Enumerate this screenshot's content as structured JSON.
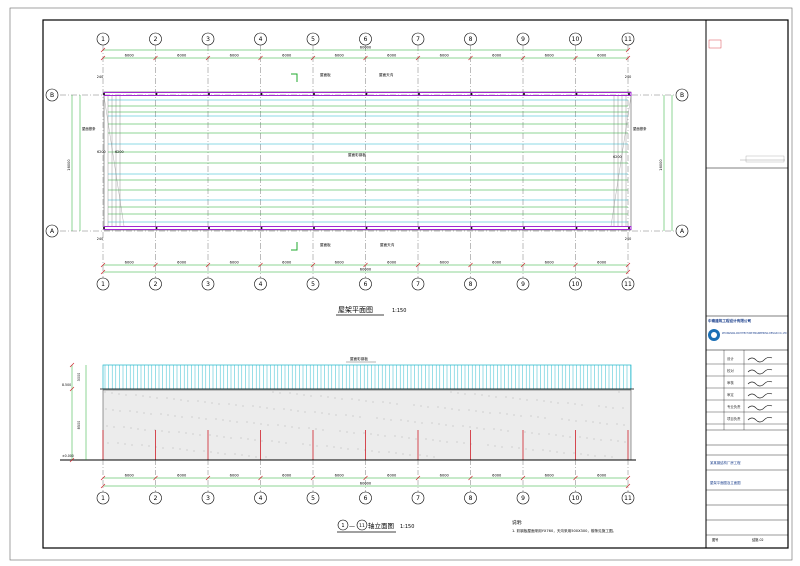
{
  "grid": {
    "labels": [
      "1",
      "2",
      "3",
      "4",
      "5",
      "6",
      "7",
      "8",
      "9",
      "10",
      "11"
    ],
    "row_labels": [
      "B",
      "A"
    ]
  },
  "dims": {
    "bays": [
      "6000",
      "6000",
      "6000",
      "6000",
      "6000",
      "6000",
      "6000",
      "6000",
      "6000",
      "6000"
    ],
    "overall": "60000",
    "side_overall": "16000",
    "side_small": "6200",
    "edge_small": "240"
  },
  "plan": {
    "title": "屋架平面图",
    "scale": "1:150",
    "note_top_a": "屋面板",
    "note_top_b": "屋面天沟",
    "note_mid": "屋面彩钢板",
    "note_left": "屋面檩条",
    "note_right": "屋面檩条",
    "note_bot_a": "屋面板",
    "note_bot_b": "屋面天沟"
  },
  "elevation": {
    "title_prefix_a": "1",
    "title_sep": "—",
    "title_prefix_b": "11",
    "title_suffix": "轴立面图",
    "scale": "1:150",
    "top_note": "屋面彩钢板",
    "left_dim_top": "3000",
    "left_dim_mid": "8500",
    "left_dim_bot": "±0.000",
    "left_level": "8.500"
  },
  "notes": {
    "heading": "说明:",
    "line1": "1. 彩钢板屋面采用YX760，天沟采用500X300，檩条见施工图。"
  },
  "titleblock": {
    "company": "中南建筑工程设计有限公司",
    "company_en": "ZHONGNAN ARCHITECTURE ENGINEERING DESIGN CO.,LTD",
    "rows": [
      "设计",
      "校对",
      "审核",
      "审定",
      "专业负责",
      "项目负责"
    ],
    "project": "某某钢结构厂房工程",
    "drawing": "屋架平面图及立面图",
    "sheet_label": "图号",
    "sheet_no": "结施-02"
  }
}
